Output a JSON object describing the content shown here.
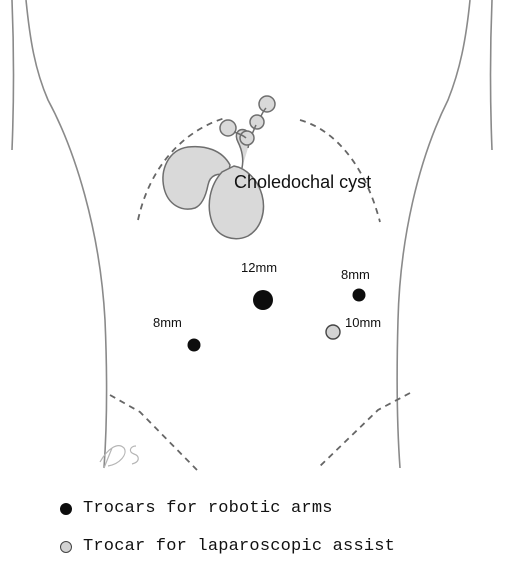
{
  "diagram": {
    "structure_label": "Choledochal cyst",
    "signature": "DS",
    "ports": [
      {
        "label": "12mm",
        "kind": "robotic"
      },
      {
        "label": "8mm",
        "kind": "robotic"
      },
      {
        "label": "8mm",
        "kind": "robotic"
      },
      {
        "label": "10mm",
        "kind": "assist"
      }
    ]
  },
  "legend": {
    "items": [
      {
        "label": "Trocars for robotic arms",
        "marker_color": "#0d0d0d"
      },
      {
        "label": "Trocar for laparoscopic assist",
        "marker_color": "#d3d3d3"
      }
    ]
  }
}
